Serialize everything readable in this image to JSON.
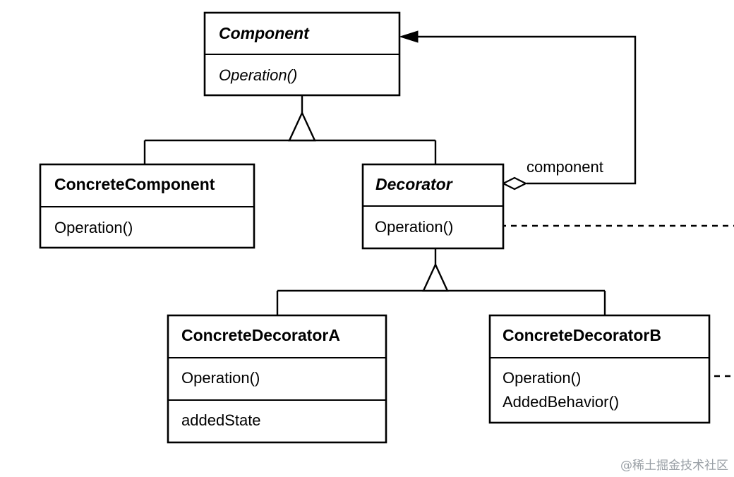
{
  "classes": {
    "component": {
      "name": "Component",
      "operations": [
        "Operation()"
      ]
    },
    "concrete_component": {
      "name": "ConcreteComponent",
      "operations": [
        "Operation()"
      ]
    },
    "decorator": {
      "name": "Decorator",
      "operations": [
        "Operation()"
      ]
    },
    "concrete_decorator_a": {
      "name": "ConcreteDecoratorA",
      "operations": [
        "Operation()"
      ],
      "attributes": [
        "addedState"
      ]
    },
    "concrete_decorator_b": {
      "name": "ConcreteDecoratorB",
      "operations": [
        "Operation()",
        "AddedBehavior()"
      ]
    }
  },
  "associations": {
    "component_role": "component"
  },
  "watermark": "@稀土掘金技术社区"
}
